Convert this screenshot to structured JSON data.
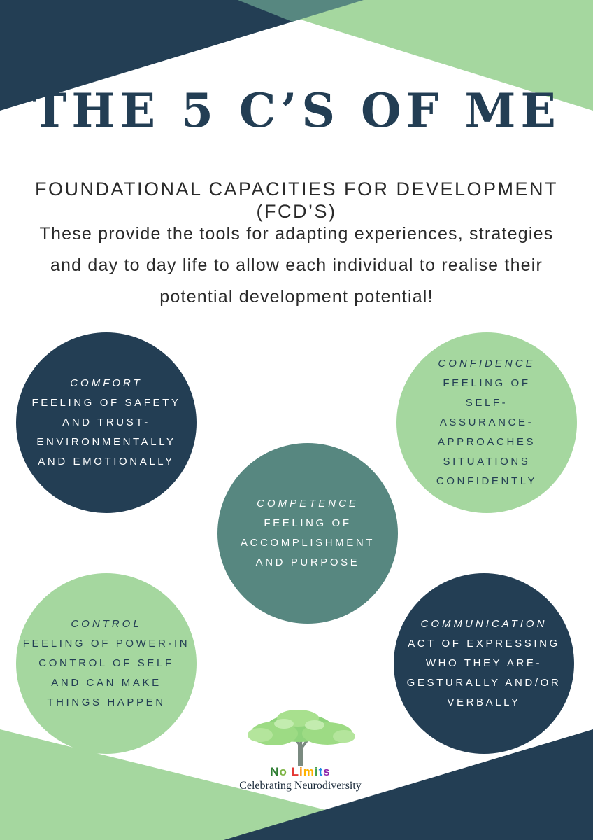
{
  "title": "THE 5 C’S OF ME",
  "subtitle": "FOUNDATIONAL CAPACITIES FOR DEVELOPMENT (FCD’S)",
  "intro": "These provide the tools for adapting experiences, strategies and day to day life to allow each individual to realise their potential development potential!",
  "circles": [
    {
      "title": "COMFORT",
      "description": "FEELING OF SAFETY AND TRUST- ENVIRONMENTALLY AND EMOTIONALLY"
    },
    {
      "title": "CONFIDENCE",
      "description": "FEELING OF SELF-ASSURANCE- APPROACHES SITUATIONS CONFIDENTLY"
    },
    {
      "title": "COMPETENCE",
      "description": "FEELING OF ACCOMPLISHMENT AND PURPOSE"
    },
    {
      "title": "CONTROL",
      "description": "FEELING OF POWER-IN CONTROL OF SELF AND CAN MAKE THINGS HAPPEN"
    },
    {
      "title": "COMMUNICATION",
      "description": "ACT OF EXPRESSING WHO THEY ARE- GESTURALLY AND/OR VERBALLY"
    }
  ],
  "logo": {
    "brand": "No Limits",
    "brand_letter_colors": [
      "#2e7d32",
      "#7cb342",
      "#e53935",
      "#fb8c00",
      "#ffb300",
      "#43a047",
      "#1e88e5",
      "#8e24aa",
      "#ec407a"
    ],
    "tagline": "Celebrating Neurodiversity",
    "icon": "tree-icon"
  },
  "colors": {
    "dark_navy": "#233e54",
    "teal": "#578780",
    "mint": "#a5d79f",
    "text": "#2a2a2a"
  }
}
